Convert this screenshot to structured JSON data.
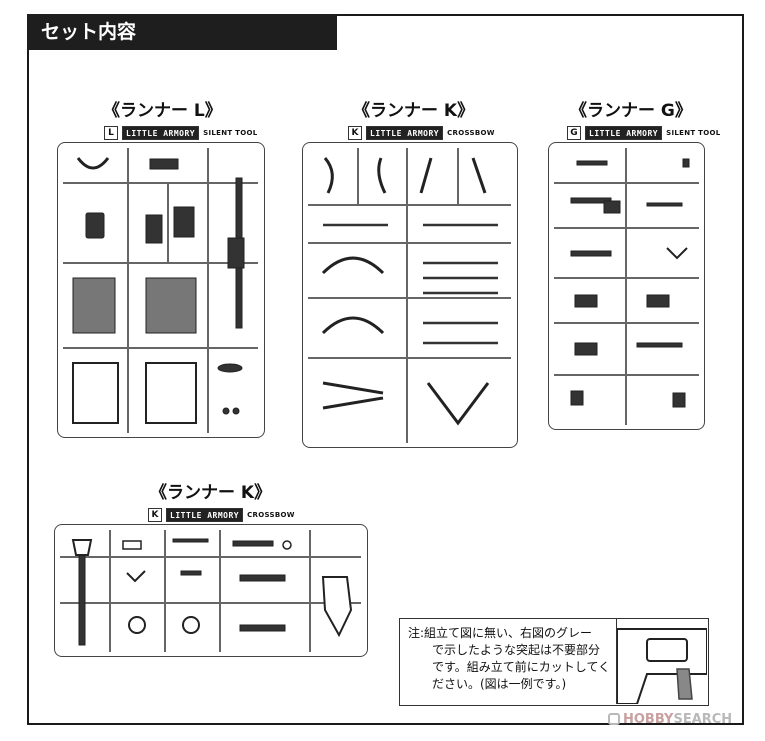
{
  "header": {
    "title": "セット内容"
  },
  "runners": [
    {
      "title": "《ランナー L》",
      "letter": "L",
      "logo": "LITTLE ARMORY",
      "subtitle": "SILENT TOOL"
    },
    {
      "title": "《ランナー K》",
      "letter": "K",
      "logo": "LITTLE ARMORY",
      "subtitle": "CROSSBOW"
    },
    {
      "title": "《ランナー G》",
      "letter": "G",
      "logo": "LITTLE ARMORY",
      "subtitle": "SILENT TOOL"
    },
    {
      "title": "《ランナー K》",
      "letter": "K",
      "logo": "LITTLE ARMORY",
      "subtitle": "CROSSBOW"
    }
  ],
  "note": {
    "prefix": "注:",
    "lines": [
      "組立て図に無い、右図のグレー",
      "で示したような突起は不要部分",
      "です。組み立て前にカットしてく",
      "ださい。(図は一例です。)"
    ]
  },
  "watermark": {
    "left": "HOBBY",
    "right": "SEARCH"
  }
}
